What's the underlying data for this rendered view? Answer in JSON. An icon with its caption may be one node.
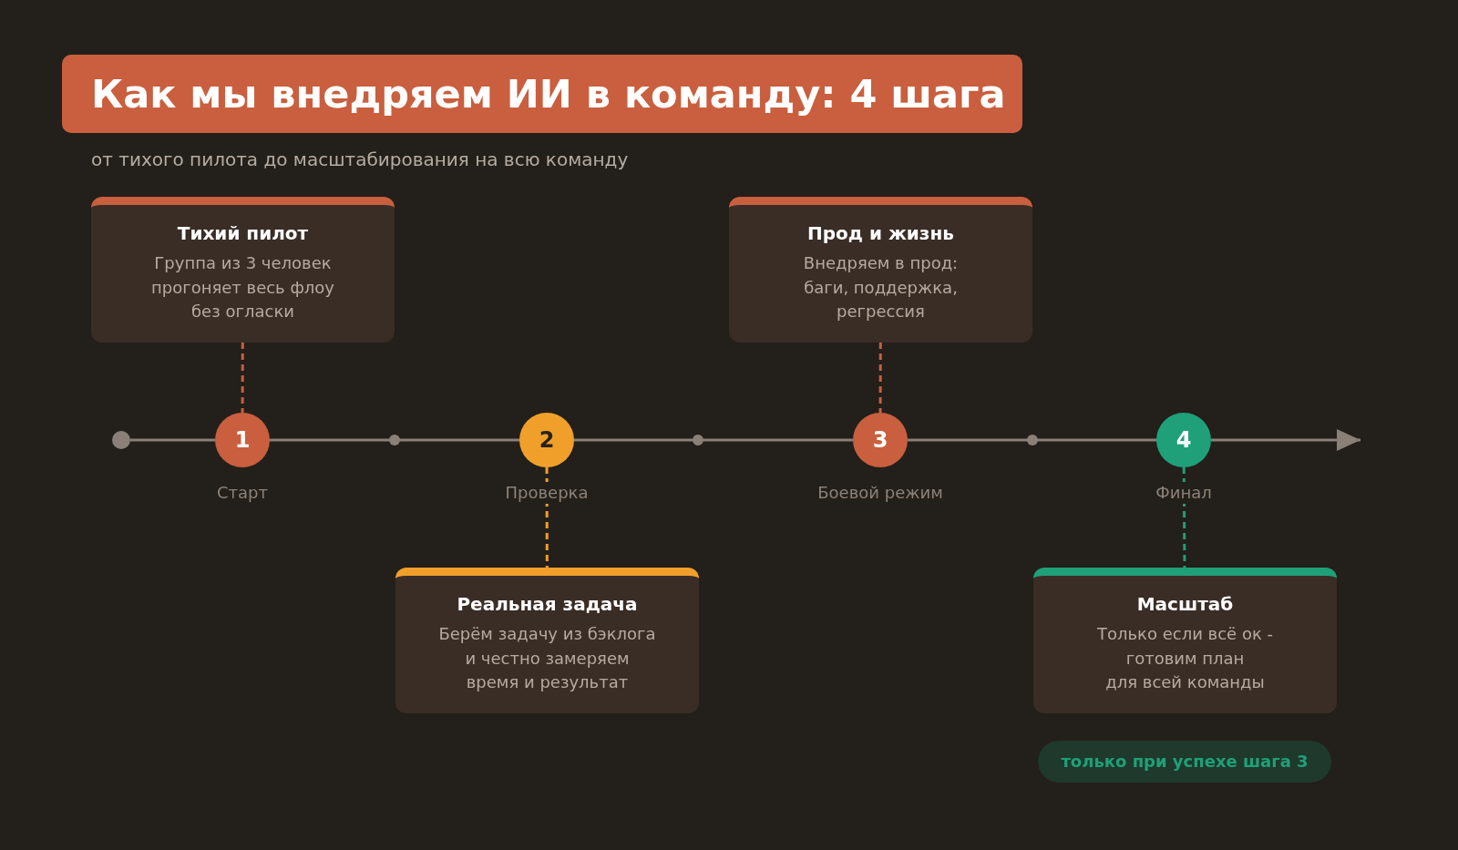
{
  "diagram": {
    "title": "Как мы внедряем ИИ в команду: 4 шага",
    "nodes": [
      {
        "text": [
          "Тихий пилот",
          "Группа из 3 человек прогоняет весь флоу без огласки"
        ]
      },
      {
        "text": [
          "Прод и жизнь",
          "Внедряем в прод: баги, поддержка, регрессия"
        ]
      },
      {
        "text": [],
        "shape": "circle"
      },
      {
        "text": [
          "1"
        ],
        "beside": [
          "Старт"
        ]
      },
      {
        "text": [
          "2"
        ],
        "beside": [
          "Проверка"
        ]
      },
      {
        "text": [
          "3"
        ],
        "beside": [
          "Боевой режим"
        ]
      },
      {
        "text": [
          "4"
        ],
        "beside": [
          "Финал"
        ]
      },
      {
        "text": [
          "Реальная задача",
          "Берём задачу из бэклога и честно замеряем время и результат"
        ]
      },
      {
        "text": [
          "Масштаб",
          "Только если всё ок - готовим план для всей команды"
        ]
      },
      {
        "text": [
          "только при успехе шага 3"
        ]
      }
    ],
    "edges": [
      {
        "from": 0,
        "to": 3,
        "arrow": "none",
        "style": "dashed",
        "color": "#c95f3e"
      },
      {
        "from": 1,
        "to": 5,
        "arrow": "none",
        "style": "dashed",
        "color": "#c95f3e"
      },
      {
        "from": 4,
        "to": 7,
        "arrow": "none",
        "style": "dashed",
        "color": "#f0a02a"
      },
      {
        "from": 6,
        "to": 8,
        "arrow": "none",
        "style": "dashed",
        "color": "#1fa078"
      },
      {
        "from": 2,
        "to": 3,
        "arrow": "none"
      },
      {
        "from": 3,
        "to": 4,
        "arrow": "none"
      },
      {
        "from": 4,
        "to": 5,
        "arrow": "none"
      },
      {
        "from": 5,
        "to": 6,
        "arrow": "none"
      },
      {
        "from": 6,
        "to": null,
        "arrow": "to"
      }
    ],
    "labels": [
      "от тихого пилота до масштабирования на всю команду"
    ]
  }
}
